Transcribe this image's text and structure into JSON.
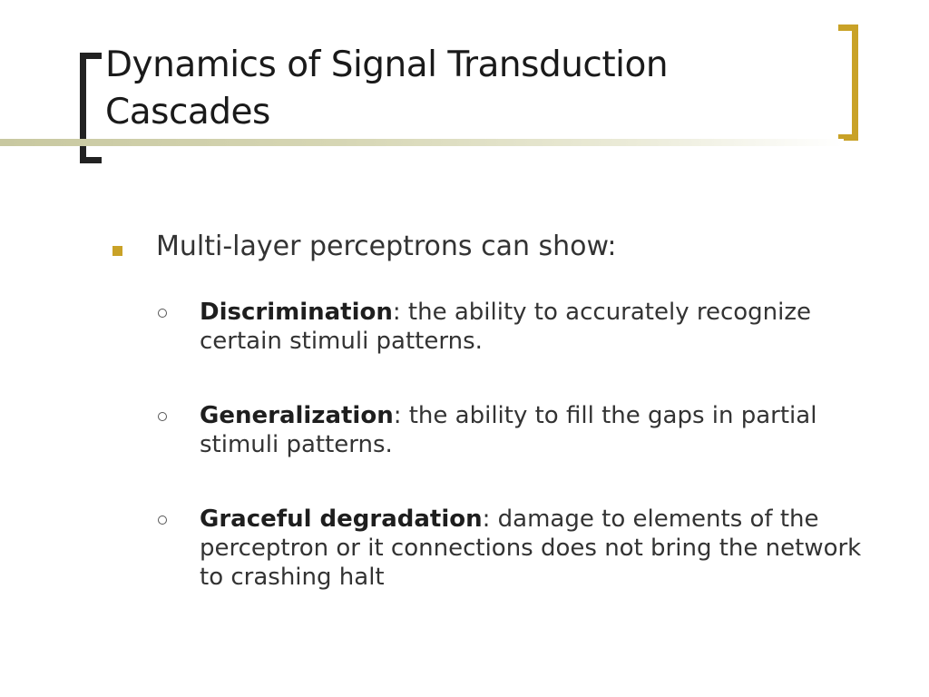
{
  "slide": {
    "title": "Dynamics of Signal Transduction Cascades",
    "bullet": "Multi-layer perceptrons can show:",
    "subpoints": [
      {
        "term": "Discrimination",
        "text": ": the ability to accurately recognize certain stimuli patterns."
      },
      {
        "term": "Generalization",
        "text": ": the ability to fill the gaps in partial stimuli patterns."
      },
      {
        "term": "Graceful degradation",
        "text": ": damage to elements of the perceptron or it connections does not bring the network to crashing halt"
      }
    ]
  },
  "colors": {
    "accent": "#c9a227",
    "bracket_left": "#222222",
    "text": "#333333"
  },
  "icons": {
    "level1_bullet": "square-bullet-icon",
    "level2_bullet": "circle-bullet-icon",
    "left_decoration": "left-bracket-icon",
    "right_decoration": "right-bracket-icon"
  }
}
